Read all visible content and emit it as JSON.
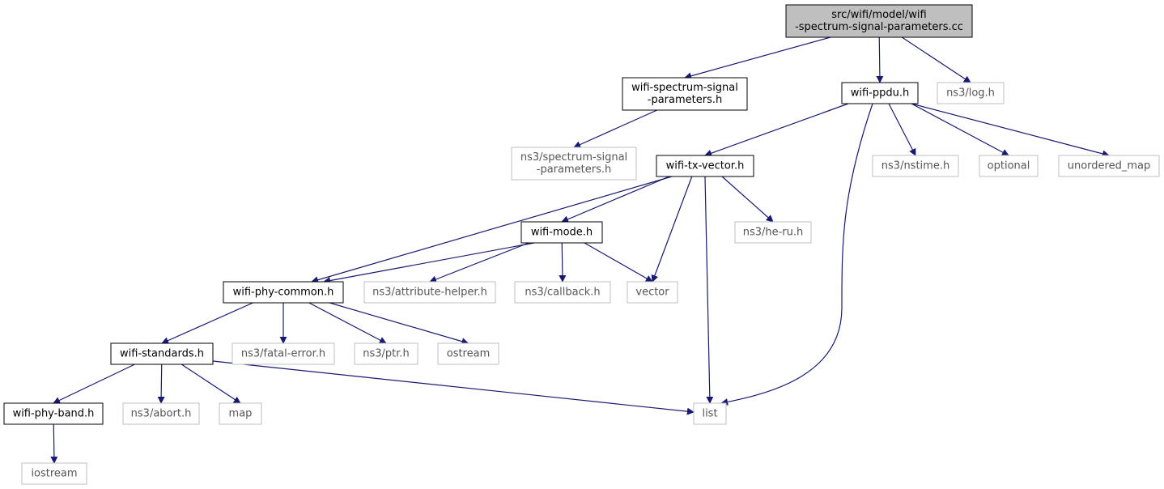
{
  "colors": {
    "edge": "#191970",
    "node_border": "#000000",
    "external_border": "#bfbfbf",
    "root_fill": "#bfbfbf",
    "node_fill": "#ffffff",
    "text": "#000000",
    "external_text": "#555555"
  },
  "nodes": [
    {
      "id": "root",
      "lines": [
        "src/wifi/model/wifi",
        "-spectrum-signal-parameters.cc"
      ],
      "kind": "root"
    },
    {
      "id": "wssp",
      "lines": [
        "wifi-spectrum-signal",
        "-parameters.h"
      ],
      "kind": "local"
    },
    {
      "id": "ppdu",
      "lines": [
        "wifi-ppdu.h"
      ],
      "kind": "local"
    },
    {
      "id": "log",
      "lines": [
        "ns3/log.h"
      ],
      "kind": "external"
    },
    {
      "id": "nsssp",
      "lines": [
        "ns3/spectrum-signal",
        "-parameters.h"
      ],
      "kind": "external"
    },
    {
      "id": "txv",
      "lines": [
        "wifi-tx-vector.h"
      ],
      "kind": "local"
    },
    {
      "id": "nstime",
      "lines": [
        "ns3/nstime.h"
      ],
      "kind": "external"
    },
    {
      "id": "optional",
      "lines": [
        "optional"
      ],
      "kind": "external"
    },
    {
      "id": "umap",
      "lines": [
        "unordered_map"
      ],
      "kind": "external"
    },
    {
      "id": "heru",
      "lines": [
        "ns3/he-ru.h"
      ],
      "kind": "external"
    },
    {
      "id": "mode",
      "lines": [
        "wifi-mode.h"
      ],
      "kind": "local"
    },
    {
      "id": "phyc",
      "lines": [
        "wifi-phy-common.h"
      ],
      "kind": "local"
    },
    {
      "id": "attr",
      "lines": [
        "ns3/attribute-helper.h"
      ],
      "kind": "external"
    },
    {
      "id": "cb",
      "lines": [
        "ns3/callback.h"
      ],
      "kind": "external"
    },
    {
      "id": "vector",
      "lines": [
        "vector"
      ],
      "kind": "external"
    },
    {
      "id": "std",
      "lines": [
        "wifi-standards.h"
      ],
      "kind": "local"
    },
    {
      "id": "fatal",
      "lines": [
        "ns3/fatal-error.h"
      ],
      "kind": "external"
    },
    {
      "id": "ptr",
      "lines": [
        "ns3/ptr.h"
      ],
      "kind": "external"
    },
    {
      "id": "ostream",
      "lines": [
        "ostream"
      ],
      "kind": "external"
    },
    {
      "id": "band",
      "lines": [
        "wifi-phy-band.h"
      ],
      "kind": "local"
    },
    {
      "id": "abort",
      "lines": [
        "ns3/abort.h"
      ],
      "kind": "external"
    },
    {
      "id": "map",
      "lines": [
        "map"
      ],
      "kind": "external"
    },
    {
      "id": "list",
      "lines": [
        "list"
      ],
      "kind": "external"
    },
    {
      "id": "iostream",
      "lines": [
        "iostream"
      ],
      "kind": "external"
    }
  ],
  "edges": [
    {
      "from": "root",
      "to": "wssp"
    },
    {
      "from": "root",
      "to": "ppdu"
    },
    {
      "from": "root",
      "to": "log"
    },
    {
      "from": "wssp",
      "to": "nsssp"
    },
    {
      "from": "ppdu",
      "to": "txv"
    },
    {
      "from": "ppdu",
      "to": "list"
    },
    {
      "from": "ppdu",
      "to": "nstime"
    },
    {
      "from": "ppdu",
      "to": "optional"
    },
    {
      "from": "ppdu",
      "to": "umap"
    },
    {
      "from": "txv",
      "to": "mode"
    },
    {
      "from": "txv",
      "to": "phyc"
    },
    {
      "from": "txv",
      "to": "vector"
    },
    {
      "from": "txv",
      "to": "list"
    },
    {
      "from": "txv",
      "to": "heru"
    },
    {
      "from": "mode",
      "to": "phyc"
    },
    {
      "from": "mode",
      "to": "attr"
    },
    {
      "from": "mode",
      "to": "cb"
    },
    {
      "from": "mode",
      "to": "vector"
    },
    {
      "from": "phyc",
      "to": "std"
    },
    {
      "from": "phyc",
      "to": "fatal"
    },
    {
      "from": "phyc",
      "to": "ptr"
    },
    {
      "from": "phyc",
      "to": "ostream"
    },
    {
      "from": "std",
      "to": "band"
    },
    {
      "from": "std",
      "to": "abort"
    },
    {
      "from": "std",
      "to": "map"
    },
    {
      "from": "std",
      "to": "list"
    },
    {
      "from": "band",
      "to": "iostream"
    }
  ]
}
